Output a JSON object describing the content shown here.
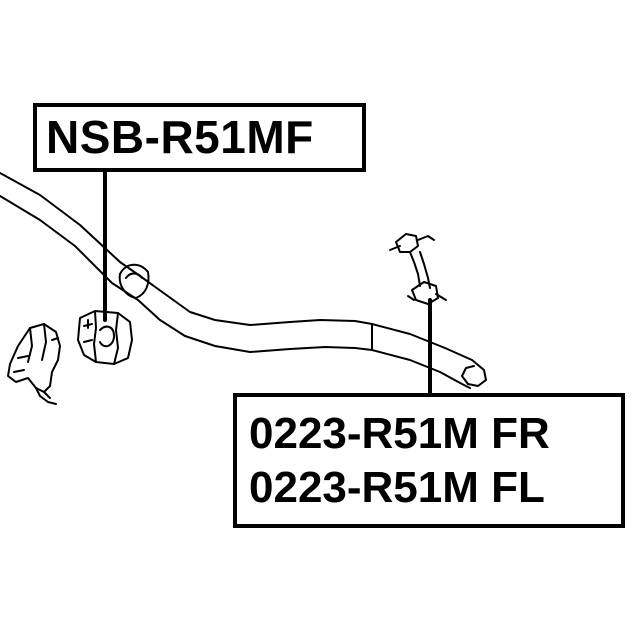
{
  "labels": {
    "bushing_part_number": "NSB-R51MF",
    "link_part_number_right": "0223-R51M FR",
    "link_part_number_left": "0223-R51M FL"
  },
  "colors": {
    "line": "#000000",
    "background": "#ffffff"
  }
}
